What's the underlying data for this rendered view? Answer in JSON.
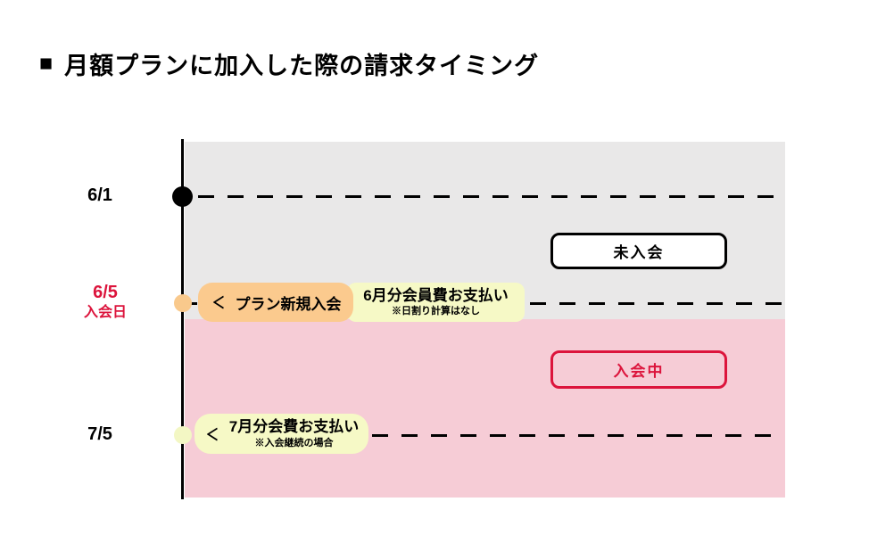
{
  "title": {
    "bullet": "■",
    "text": "月額プランに加入した際の請求タイミング"
  },
  "colors": {
    "accent_red": "#dc143c",
    "zone_not_joined_gray": "#e9e8e8",
    "zone_joined_pink": "#f6ccd6",
    "event_orange": "#fbca8e",
    "event_yellow": "#f6f9c6",
    "axis_black": "#000000"
  },
  "rows": [
    {
      "date": "6/1"
    },
    {
      "date": "6/5",
      "sub": "入会日"
    },
    {
      "date": "7/5"
    }
  ],
  "zones": {
    "not_joined_label": "未入会",
    "joined_label": "入会中"
  },
  "events": {
    "join": {
      "arrow": "＜",
      "label": "プラン新規入会"
    },
    "june_fee": {
      "label": "6月分会員費お支払い",
      "note": "※日割り計算はなし"
    },
    "july_fee": {
      "arrow": "＜",
      "label": "7月分会費お支払い",
      "note": "※入会継続の場合"
    }
  }
}
